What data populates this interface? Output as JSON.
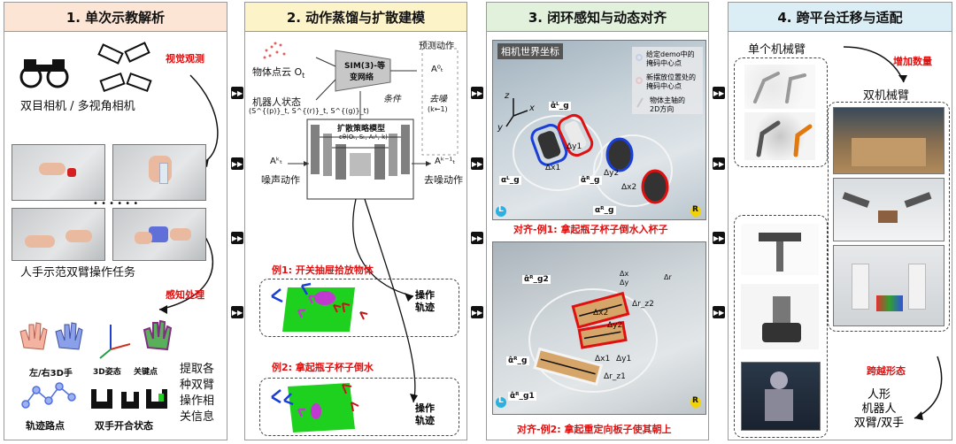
{
  "panel1": {
    "title": "1. 单次示教解析",
    "visual_label": "视觉观测",
    "camera_caption": "双目相机 / 多视角相机",
    "dots": "• • • • • •",
    "task_caption": "人手示范双臂操作任务",
    "perception_label": "感知处理",
    "hand3d": "左/右3D手",
    "pose3d": "3D姿态",
    "keypoints": "关键点",
    "extract": [
      "提取各",
      "种双臂",
      "操作相",
      "关信息"
    ],
    "waypoints": "轨迹路点",
    "gripper": "双手开合状态"
  },
  "panel2": {
    "title": "2. 动作蒸馏与扩散建模",
    "point_cloud": "物体点云 O",
    "point_cloud_sub": "t",
    "robot_state": "机器人状态",
    "robot_state_formula": "(S^{(p)}_t, S^{(r)}_t, S^{(g)}_t)",
    "sim3_line1": "SIM(3)-等",
    "sim3_line2": "变网络",
    "condition": "条件",
    "pred_action": "预测动作",
    "action_k0": "A⁰ₜ",
    "denoise": "去噪",
    "k_minus": "(k←1)",
    "diffusion_model": "扩散策略模型",
    "diffusion_formula": "εθ(Oₜ, Sₜ, Aₜᵏ, k)",
    "noise_action_sym": "Aᵏₜ",
    "noise_action": "噪声动作",
    "denoise_sym": "Aᵏ⁻¹ₜ",
    "denoised_action": "去噪动作",
    "example1": "例1: 开关抽屉拾放物体",
    "example2": "例2: 拿起瓶子杯子倒水",
    "traj1": [
      "操作",
      "轨迹"
    ],
    "traj2": [
      "操作",
      "轨迹"
    ]
  },
  "panel3": {
    "title": "3. 闭环感知与动态对齐",
    "camera_coord": "相机世界坐标",
    "legend1": [
      "给定demo中的",
      "掩码中心点"
    ],
    "legend2": [
      "新摆放位置处的",
      "掩码中心点"
    ],
    "legend3": [
      "物体主轴的",
      "2D方向"
    ],
    "axis_z": "z",
    "axis_x": "x",
    "axis_y": "y",
    "labels_top": [
      "α̂ᴸ_g",
      "α̂ᴿ_g",
      "αᴸ_g",
      "αᴿ_g",
      "Δy1",
      "Δx1",
      "Δy2",
      "Δx2"
    ],
    "corner_l": "L",
    "corner_r": "R",
    "caption1": "对齐-例1: 拿起瓶子杯子倒水入杯子",
    "labels_bottom": [
      "α̂ᴿ_g2",
      "α̂ᴿ_g",
      "α̂ᴿ_g1",
      "Δx",
      "Δy",
      "Δr",
      "Δx2",
      "Δy2",
      "Δx1",
      "Δy1",
      "Δr_z1",
      "Δr_z2"
    ],
    "caption2": "对齐-例2: 拿起重定向板子使其朝上"
  },
  "panel4": {
    "title": "4. 跨平台迁移与适配",
    "single_arm": "单个机械臂",
    "increase": "增加数量",
    "dual_arm": "双机械臂",
    "cross_form": "跨越形态",
    "humanoid": [
      "人形",
      "机器人",
      "双臂/双手"
    ]
  },
  "colors": {
    "red": "#e01010",
    "green": "#1fd11f",
    "magenta": "#c03ad0",
    "blue": "#1a3fd6",
    "panel_border": "#9a9a9a"
  },
  "icons": [
    "binoculars-icon",
    "camera-icon",
    "fast-forward-icon",
    "hand-icon",
    "axis-icon"
  ]
}
